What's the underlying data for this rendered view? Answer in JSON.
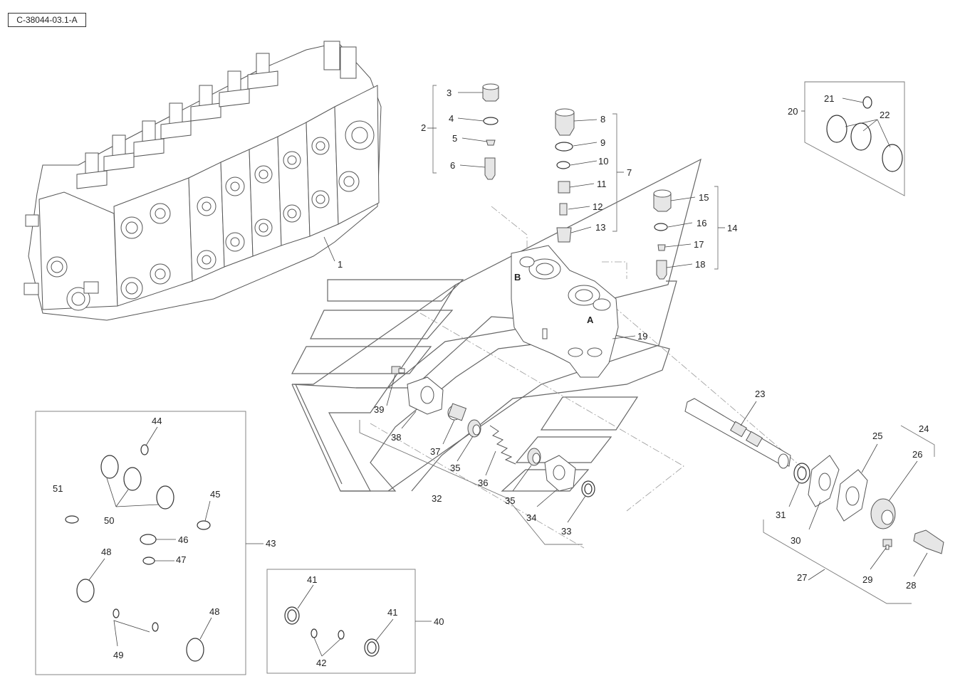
{
  "drawing_ref": "C-38044-03.1-A",
  "callouts": [
    {
      "id": "c1",
      "label": "1"
    },
    {
      "id": "c2",
      "label": "2"
    },
    {
      "id": "c3",
      "label": "3"
    },
    {
      "id": "c4",
      "label": "4"
    },
    {
      "id": "c5",
      "label": "5"
    },
    {
      "id": "c6",
      "label": "6"
    },
    {
      "id": "c7",
      "label": "7"
    },
    {
      "id": "c8",
      "label": "8"
    },
    {
      "id": "c9",
      "label": "9"
    },
    {
      "id": "c10",
      "label": "10"
    },
    {
      "id": "c11",
      "label": "11"
    },
    {
      "id": "c12",
      "label": "12"
    },
    {
      "id": "c13",
      "label": "13"
    },
    {
      "id": "c14",
      "label": "14"
    },
    {
      "id": "c15",
      "label": "15"
    },
    {
      "id": "c16",
      "label": "16"
    },
    {
      "id": "c17",
      "label": "17"
    },
    {
      "id": "c18",
      "label": "18"
    },
    {
      "id": "c19",
      "label": "19"
    },
    {
      "id": "c20",
      "label": "20"
    },
    {
      "id": "c21",
      "label": "21"
    },
    {
      "id": "c22",
      "label": "22"
    },
    {
      "id": "c23",
      "label": "23"
    },
    {
      "id": "c24",
      "label": "24"
    },
    {
      "id": "c25",
      "label": "25"
    },
    {
      "id": "c26",
      "label": "26"
    },
    {
      "id": "c27",
      "label": "27"
    },
    {
      "id": "c28",
      "label": "28"
    },
    {
      "id": "c29",
      "label": "29"
    },
    {
      "id": "c30",
      "label": "30"
    },
    {
      "id": "c31",
      "label": "31"
    },
    {
      "id": "c32",
      "label": "32"
    },
    {
      "id": "c33",
      "label": "33"
    },
    {
      "id": "c34",
      "label": "34"
    },
    {
      "id": "c35a",
      "label": "35"
    },
    {
      "id": "c35b",
      "label": "35"
    },
    {
      "id": "c36",
      "label": "36"
    },
    {
      "id": "c37",
      "label": "37"
    },
    {
      "id": "c38",
      "label": "38"
    },
    {
      "id": "c39",
      "label": "39"
    },
    {
      "id": "c40",
      "label": "40"
    },
    {
      "id": "c41a",
      "label": "41"
    },
    {
      "id": "c41b",
      "label": "41"
    },
    {
      "id": "c42",
      "label": "42"
    },
    {
      "id": "c43",
      "label": "43"
    },
    {
      "id": "c44",
      "label": "44"
    },
    {
      "id": "c45",
      "label": "45"
    },
    {
      "id": "c46",
      "label": "46"
    },
    {
      "id": "c47",
      "label": "47"
    },
    {
      "id": "c48a",
      "label": "48"
    },
    {
      "id": "c48b",
      "label": "48"
    },
    {
      "id": "c49",
      "label": "49"
    },
    {
      "id": "c50",
      "label": "50"
    },
    {
      "id": "c51",
      "label": "51"
    }
  ],
  "port_marks": {
    "a": "A",
    "b": "B"
  }
}
